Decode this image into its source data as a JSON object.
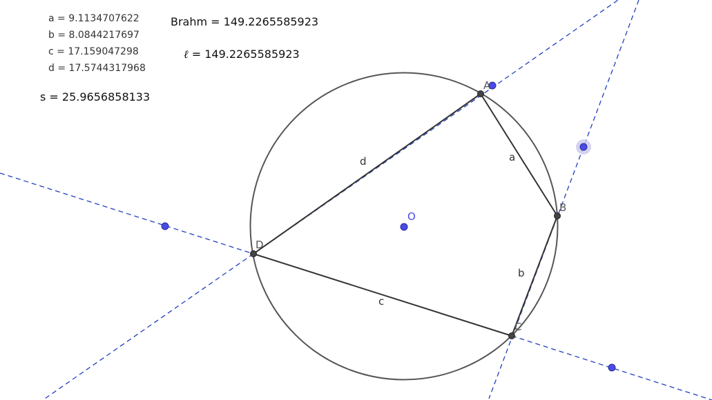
{
  "measurements": {
    "a": {
      "label": "a",
      "value": "9.1134707622"
    },
    "b": {
      "label": "b",
      "value": "8.0844217697"
    },
    "c": {
      "label": "c",
      "value": "17.159047298"
    },
    "d": {
      "label": "d",
      "value": "17.5744317968"
    },
    "s": {
      "label": "s",
      "value": "25.9656858133"
    },
    "brahm": {
      "label": "Brahm",
      "value": "149.2265585923"
    },
    "ell": {
      "label": "ℓ",
      "value": "149.2265585923"
    }
  },
  "points": {
    "A": "A",
    "B": "B",
    "C": "C",
    "D": "D",
    "O": "O"
  },
  "segments": {
    "a": "a",
    "b": "b",
    "c": "c",
    "d": "d"
  },
  "colors": {
    "circle": "#555555",
    "segment": "#333333",
    "dashed_line": "#1f3fbf",
    "free_point": "#4a4ae8",
    "vertex_point": "#333333",
    "center_label": "#4a4ae8",
    "selection_halo": "#c9c9ee"
  }
}
